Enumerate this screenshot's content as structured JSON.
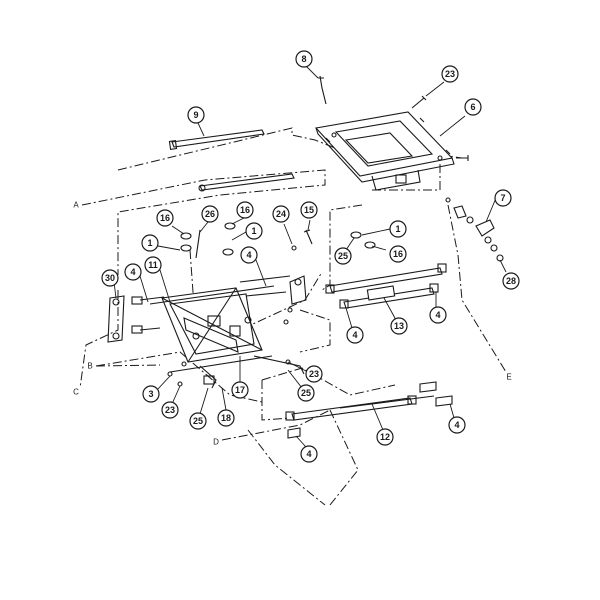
{
  "callouts": [
    {
      "id": "c8",
      "label": "8"
    },
    {
      "id": "c23a",
      "label": "23"
    },
    {
      "id": "c9",
      "label": "9"
    },
    {
      "id": "c6",
      "label": "6"
    },
    {
      "id": "c7",
      "label": "7"
    },
    {
      "id": "c16a",
      "label": "16"
    },
    {
      "id": "c26",
      "label": "26"
    },
    {
      "id": "c16b",
      "label": "16"
    },
    {
      "id": "c24",
      "label": "24"
    },
    {
      "id": "c15",
      "label": "15"
    },
    {
      "id": "c1a",
      "label": "1"
    },
    {
      "id": "c1b",
      "label": "1"
    },
    {
      "id": "c1c",
      "label": "1"
    },
    {
      "id": "c25a",
      "label": "25"
    },
    {
      "id": "c16c",
      "label": "16"
    },
    {
      "id": "c28",
      "label": "28"
    },
    {
      "id": "c4a",
      "label": "4"
    },
    {
      "id": "c11",
      "label": "11"
    },
    {
      "id": "c4b",
      "label": "4"
    },
    {
      "id": "c30",
      "label": "30"
    },
    {
      "id": "c4c",
      "label": "4"
    },
    {
      "id": "c13",
      "label": "13"
    },
    {
      "id": "c4d",
      "label": "4"
    },
    {
      "id": "c23b",
      "label": "23"
    },
    {
      "id": "c3",
      "label": "3"
    },
    {
      "id": "c17",
      "label": "17"
    },
    {
      "id": "c25b",
      "label": "25"
    },
    {
      "id": "c23c",
      "label": "23"
    },
    {
      "id": "c25c",
      "label": "25"
    },
    {
      "id": "c18",
      "label": "18"
    },
    {
      "id": "c12",
      "label": "12"
    },
    {
      "id": "c4e",
      "label": "4"
    },
    {
      "id": "c4f",
      "label": "4"
    }
  ],
  "refs": [
    {
      "id": "rA",
      "label": "A"
    },
    {
      "id": "rB",
      "label": "B"
    },
    {
      "id": "rC",
      "label": "C"
    },
    {
      "id": "rD",
      "label": "D"
    },
    {
      "id": "rE",
      "label": "E"
    }
  ]
}
